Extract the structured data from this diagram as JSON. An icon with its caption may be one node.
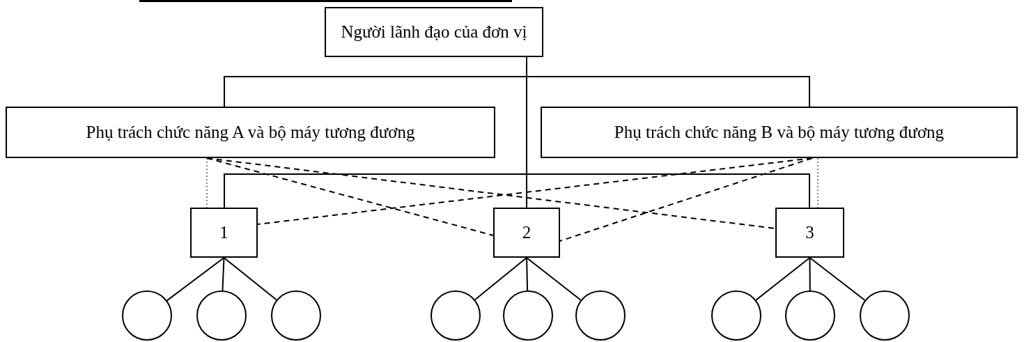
{
  "diagram": {
    "nodes": [
      {
        "text": [
          "Người lãnh đạo của đơn vị"
        ]
      },
      {
        "text": [
          "Phụ trách chức năng A và bộ máy tương đương"
        ]
      },
      {
        "text": [
          "Phụ trách chức năng B và bộ máy tương đương"
        ]
      },
      {
        "text": [
          "1"
        ]
      },
      {
        "text": [
          "2"
        ]
      },
      {
        "text": [
          "3"
        ]
      },
      {
        "text": [],
        "shape": "circle"
      },
      {
        "text": [],
        "shape": "circle"
      },
      {
        "text": [],
        "shape": "circle"
      },
      {
        "text": [],
        "shape": "circle"
      },
      {
        "text": [],
        "shape": "circle"
      },
      {
        "text": [],
        "shape": "circle"
      },
      {
        "text": [],
        "shape": "circle"
      },
      {
        "text": [],
        "shape": "circle"
      },
      {
        "text": [],
        "shape": "circle"
      }
    ],
    "edges": [
      {
        "from": 0,
        "to": 1,
        "arrow": "none"
      },
      {
        "from": 0,
        "to": 2,
        "arrow": "none"
      },
      {
        "from": 0,
        "to": 3,
        "arrow": "none"
      },
      {
        "from": 0,
        "to": 4,
        "arrow": "none"
      },
      {
        "from": 0,
        "to": 5,
        "arrow": "none"
      },
      {
        "from": 1,
        "to": 4,
        "arrow": "none",
        "style": "dashed"
      },
      {
        "from": 1,
        "to": 5,
        "arrow": "none",
        "style": "dashed"
      },
      {
        "from": 2,
        "to": 3,
        "arrow": "none",
        "style": "dashed"
      },
      {
        "from": 2,
        "to": 4,
        "arrow": "none",
        "style": "dashed"
      },
      {
        "from": 1,
        "to": 3,
        "arrow": "none",
        "style": "dashed",
        "color": "#444444"
      },
      {
        "from": 2,
        "to": 5,
        "arrow": "none",
        "style": "dashed",
        "color": "#444444"
      },
      {
        "from": 3,
        "to": 6,
        "arrow": "none"
      },
      {
        "from": 3,
        "to": 7,
        "arrow": "none"
      },
      {
        "from": 3,
        "to": 8,
        "arrow": "none"
      },
      {
        "from": 4,
        "to": 9,
        "arrow": "none"
      },
      {
        "from": 4,
        "to": 10,
        "arrow": "none"
      },
      {
        "from": 4,
        "to": 11,
        "arrow": "none"
      },
      {
        "from": 5,
        "to": 12,
        "arrow": "none"
      },
      {
        "from": 5,
        "to": 13,
        "arrow": "none"
      },
      {
        "from": 5,
        "to": 14,
        "arrow": "none"
      }
    ]
  }
}
